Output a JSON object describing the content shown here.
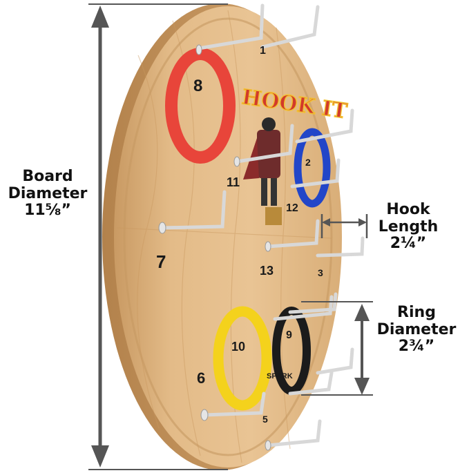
{
  "annotations": {
    "board": {
      "line1": "Board",
      "line2": "Diameter",
      "line3": "11⅝”"
    },
    "hook": {
      "line1": "Hook",
      "line2": "Length",
      "line3": "2¼”"
    },
    "ring": {
      "line1": "Ring",
      "line2": "Diameter",
      "line3": "2¾”"
    }
  },
  "board_numbers": [
    "1",
    "2",
    "3",
    "5",
    "6",
    "7",
    "8",
    "9",
    "10",
    "11",
    "12",
    "13"
  ],
  "logo_text": "HOOK IT",
  "brand_text": "SPARK",
  "colors": {
    "wood": "#dfb47e",
    "wood_dark": "#c2915a",
    "ring_red": "#e8453a",
    "ring_blue": "#2246c8",
    "ring_yellow": "#f4d21c",
    "ring_black": "#1b1b1b",
    "arrow": "#555555",
    "hook": "#d8d8d8"
  }
}
